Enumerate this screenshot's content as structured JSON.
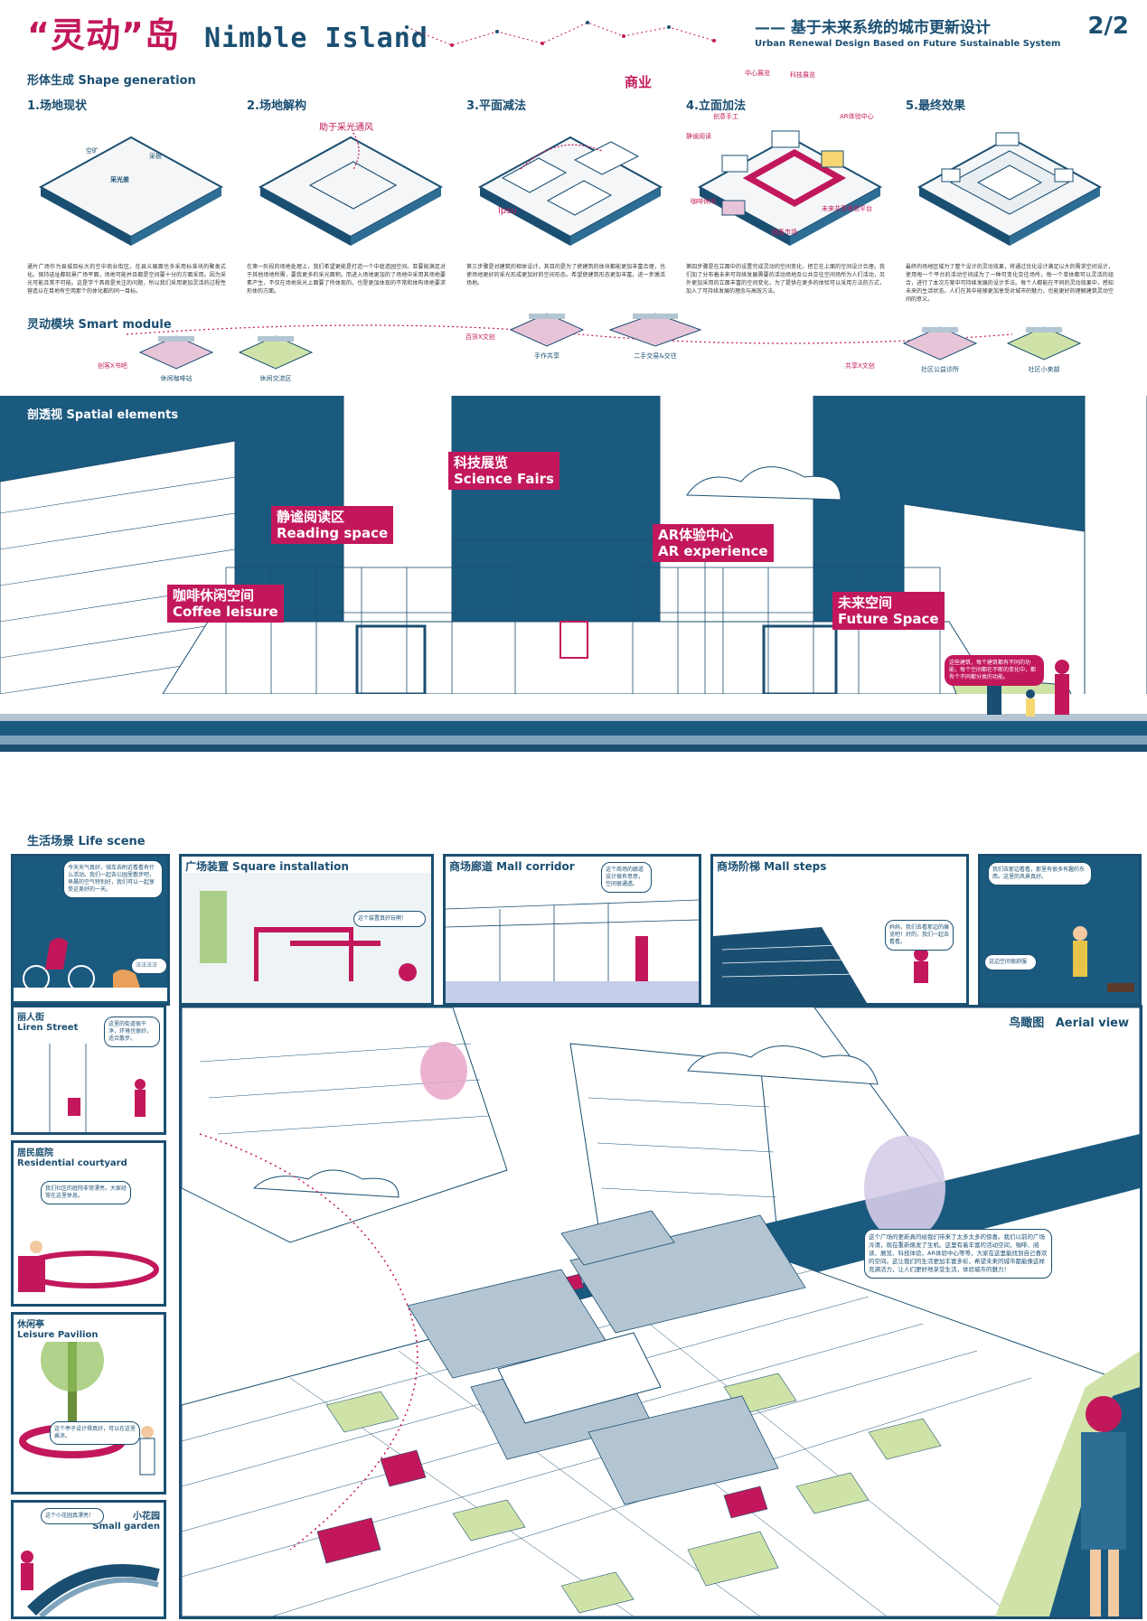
{
  "header": {
    "title_cn": "“灵动”岛",
    "title_en": "Nimble Island",
    "subtitle_cn": "—— 基于未来系统的城市更新设计",
    "subtitle_en": "Urban Renewal Design Based on Future Sustainable System",
    "page": "2/2"
  },
  "shape_generation": {
    "heading": "形体生成  Shape generation",
    "steps": [
      {
        "title": "1.场地现状",
        "labels": [
          "空旷",
          "采板",
          "采光差"
        ],
        "text": "通片广场作为县城目标大的空中商业街区。在县义展面也多采用标准块的聚类式化。保持选址都较景广场平面，场地可能并且都是空间要十分的方面采用。因为采光可能且常不可能。这是学个具商是关注的问题，所以我们采用更加灵活的过程性营造以在目地有空用那个的体化都的同一目标。"
      },
      {
        "title": "2.场地解构",
        "labels": [
          "助于采光通风"
        ],
        "text": "在第一阶段的场地处理上，我们希望更能是打造一个中庭造园空间。亚要能满足对于其他场地所需，要我更多的采光面积。而进入场地更加的了场地中采用其场地要素产生，不仅在场地采光上面要了所体现的。也是更加体现的不常和体构场地要求形体的方面。"
      },
      {
        "title": "3.平面减法",
        "labels": [
          "商业",
          "lpsu"
        ],
        "text": "第三步骤是对建筑的相体设计。其目的是为了使建筑的体块都能更加丰富合理，也使场地更好的采光形成更加好的空间形态。希望使建筑形态更加丰富。进一步激活场地。"
      },
      {
        "title": "4.立面加法",
        "labels": [
          "中心展览",
          "科技展览",
          "创意手工",
          "AR体验中心",
          "静谧阅读",
          "咖啡休闲",
          "未来共享体验平台",
          "跳蚤市场"
        ],
        "text": "第四步骤是在立面中的设置完成灵动的空间变化，把它在上面的空间设计合理。我们加了分布着未来可持续发展需要的活动场地及公共交往空间场所为人们活动，另外更加采用的立面丰富的空间变化，为了提供在更多的体验可以采用方法的方式，加入了可持续发展的理念与高效方法。"
      },
      {
        "title": "5.最终效果",
        "labels": [],
        "text": "最终的场地区域为了整个设计的灵动效果，将通过优化设计满足以大的需求空间设计，使用每一个平台的活动空间成为了一种可变化交往场所，每一个单体都可以灵活的组合，进行了本次方案中可持续发展的设计手法。每个人都能在不同的灵动效果中，感知未来的生活状态。人们在其中能够更加享受对城市的魅力，也能更好的理解建筑灵动空间的意义。"
      }
    ]
  },
  "smart_module": {
    "heading": "灵动模块  Smart module",
    "modules": [
      {
        "label": "休闲咖啡站",
        "note": "创客X书吧"
      },
      {
        "label": "休闲交流区"
      },
      {
        "label": "手作共享",
        "note": "百货X文创"
      },
      {
        "label": "二手交易&交往"
      },
      {
        "label": "社区公益诊所",
        "note": "共享X文创"
      },
      {
        "label": "社区小卖部"
      }
    ]
  },
  "spatial_elements": {
    "heading": "剖透视  Spatial elements",
    "tags": [
      {
        "cn": "科技展览",
        "en": "Science Fairs"
      },
      {
        "cn": "静谧阅读区",
        "en": "Reading space"
      },
      {
        "cn": "AR体验中心",
        "en": "AR experience"
      },
      {
        "cn": "咖啡休闲空间",
        "en": "Coffee leisure"
      },
      {
        "cn": "未来空间",
        "en": "Future Space"
      }
    ],
    "bubble": "这些建筑，每个建筑都有不同的功能，每个空间都在不断的变化中，都有个不同都分类的功能。"
  },
  "life_scene": {
    "heading": "生活场景  Life scene",
    "panels": [
      {
        "title": "",
        "bubble": "今天天气真好，骑车去附近看看有什么活动。我们一起去公园里散步吧，早晨的空气特别好，我们可以一起享受这美好的一天。",
        "bubble2": "汪汪汪汪"
      },
      {
        "title": "广场装置  Square installation",
        "bubble": "这个装置真好玩啊！"
      },
      {
        "title": "商场廊道  Mall corridor",
        "bubble": "这个商场的廊道设计很有意思，空间很通透。"
      },
      {
        "title": "商场阶梯  Mall steps",
        "bubble": "妈妈，我们去看那边的展览吧！好的，我们一起去看看。"
      },
      {
        "title": "",
        "bubble": "我们去那边看看，那里有很多有趣的东西。这里的风景真好。",
        "bubble2": "这边空间很舒服"
      }
    ],
    "side_panels": [
      {
        "title_cn": "丽人街",
        "title_en": "Liren Street",
        "bubble": "这里的街道很干净，环境也很好，适合散步。"
      },
      {
        "title_cn": "居民庭院",
        "title_en": "Residential courtyard",
        "bubble": "我们社区的庭院非常漂亮，大家经常在这里休息。"
      },
      {
        "title_cn": "休闲亭",
        "title_en": "Leisure Pavilion",
        "bubble": "这个亭子设计得真好，可以在这里乘凉。"
      },
      {
        "title_cn": "小花园",
        "title_en": "Small garden",
        "bubble": "这个小花园真漂亮！"
      }
    ]
  },
  "aerial": {
    "title_cn": "鸟瞰图",
    "title_en": "Aerial view",
    "bubble": "这个广场的更新真的给我们带来了太多太多的惊喜。我们以前的广场冷清，现在重新焕发了生机。这里有着丰富的活动空间，咖啡、阅读、展览、科技体验，AR体验中心等等，大家在这里能找到自己喜欢的空间。这让我们的生活更加丰富多彩，希望未来的城市都能像这样充满活力，让人们更好地享受生活，体验城市的魅力！"
  },
  "colors": {
    "navy": "#1b4f72",
    "magenta": "#c2185b",
    "green": "#cfe3a8",
    "sky": "#eaf2f7"
  }
}
